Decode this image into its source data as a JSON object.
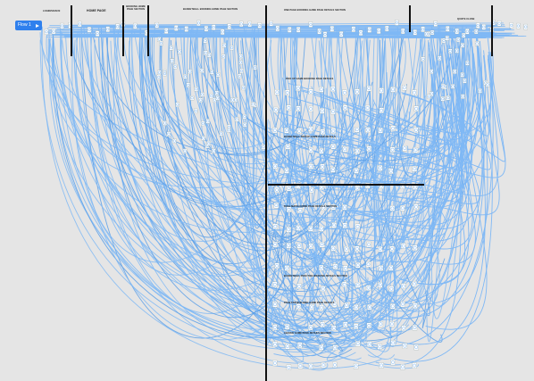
{
  "canvas": {
    "flow_label": "Flow 1",
    "sections": [
      {
        "id": "login",
        "label": "LOGIN/SIGN IN"
      },
      {
        "id": "home",
        "label": "HOME PAGE"
      },
      {
        "id": "bookings",
        "label": "BOOKING HOME PAGE SECTION"
      },
      {
        "id": "basketball",
        "label": "BASKETBALL BOOKING HOME PAGE SECTION"
      },
      {
        "id": "details",
        "label": "ONE PAGE BOOKING GAME PAGE DETAILS SECTION"
      },
      {
        "id": "end",
        "label": "QUOTE CLOSE"
      }
    ],
    "group_titles": [
      "PICK UP GAME BOOKING PAGE DETAILS",
      "BASKETBALL PICKUP GAME PAGE DETAILS",
      "DUAL MATCH HOME PAGE DETAILS SECTION",
      "BASKETBALL PRACTICE BOOKING DETAILS SECTION",
      "PAGE FOR BUILDING GAME PAGE DETAILS",
      "LEAGUE GAME PAGE DETAILS SECTION"
    ]
  },
  "colors": {
    "background": "#e5e5e5",
    "connector": "#7fb8f5",
    "connector_dark": "#5a9fe8",
    "frame": "#ffffff",
    "divider": "#111111",
    "flow_chip": "#2f80ed"
  }
}
